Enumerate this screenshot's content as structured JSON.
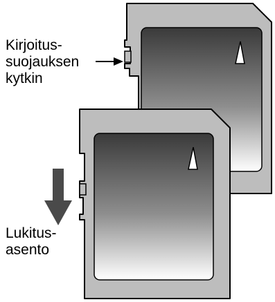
{
  "labels": {
    "write_protect_switch": [
      "Kirjoitus-",
      "suojauksen",
      "kytkin"
    ],
    "lock_position": [
      "Lukitus-",
      "asento"
    ]
  },
  "cards": [
    {
      "name": "sd-card-unlocked",
      "role": "back card, switch in upper position"
    },
    {
      "name": "sd-card-locked",
      "role": "front card, switch in lower (locked) position"
    }
  ],
  "colors": {
    "card_body": "#bdbdbd",
    "card_outline": "#000000",
    "window_gradient_top": "#3a3a3a",
    "window_gradient_bottom": "#ffffff",
    "marker_triangle": "#ffffff",
    "arrow": "#4a4a4a"
  },
  "icons": {
    "pointer_arrow": "arrow-right-icon",
    "lock_direction_arrow": "arrow-down-icon"
  }
}
